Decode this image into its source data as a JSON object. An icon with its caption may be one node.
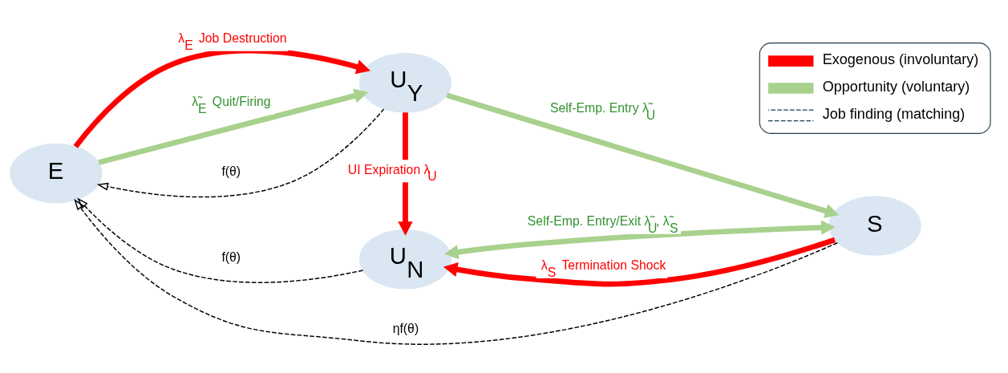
{
  "diagram": {
    "nodes": [
      {
        "text": [
          "E"
        ]
      },
      {
        "text": [
          "U$_{N}$"
        ]
      },
      {
        "text": [
          "S"
        ]
      },
      {
        "text": [
          "U$_{Y}$"
        ]
      }
    ],
    "edges": [
      {
        "from": 1,
        "to": 0,
        "arrow": "to",
        "style": "dashed",
        "label": "f(θ)"
      },
      {
        "from": 2,
        "to": 0,
        "arrow": "to",
        "style": "dashed",
        "label": "ηf(θ)"
      },
      {
        "from": 3,
        "to": 0,
        "arrow": "to",
        "style": "dashed",
        "label": "f(θ)"
      },
      {
        "from": 2,
        "to": 1,
        "arrow": "to",
        "color": "#ff0000",
        "label": "λ$_{S}$ Termination Shock"
      },
      {
        "from": 1,
        "to": 2,
        "arrow": "both",
        "color": "#a9d18e",
        "label": "Self-Emp. Entry/Exit λ̃$_{U}$, λ̃$_{S}$"
      },
      {
        "from": 3,
        "to": 1,
        "arrow": "to",
        "color": "#ff0000",
        "label": "UI Expiration λ$_{U}$"
      },
      {
        "from": 0,
        "to": 3,
        "arrow": "to",
        "color": "#ff0000",
        "label": "λ$_{E}$ Job Destruction"
      },
      {
        "from": 0,
        "to": 3,
        "arrow": "to",
        "color": "#a9d18e",
        "label": "λ̃$_{E}$ Quit/Firing"
      },
      {
        "from": 3,
        "to": 2,
        "arrow": "to",
        "color": "#a9d18e",
        "label": "Self-Emp. Entry λ̃$_{U}$"
      }
    ],
    "legend": [
      {
        "text": "Exogenous (involuntary)",
        "color": "#ff0000"
      },
      {
        "text": "Opportunity (voluntary)",
        "color": "#a9d18e"
      },
      {
        "text": "Job finding (matching)"
      }
    ]
  }
}
